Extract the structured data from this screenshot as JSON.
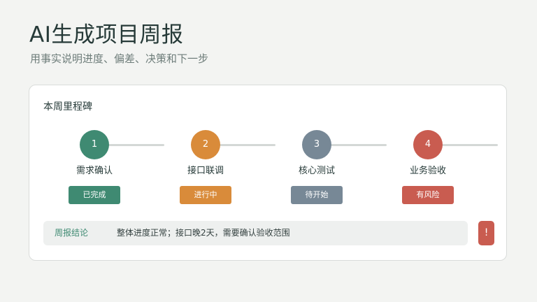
{
  "header": {
    "title": "AI生成项目周报",
    "subtitle": "用事实说明进度、偏差、决策和下一步"
  },
  "card": {
    "title": "本周里程碑",
    "steps": [
      {
        "number": "1",
        "name": "需求确认",
        "status": "已完成",
        "color": "#3f8a72"
      },
      {
        "number": "2",
        "name": "接口联调",
        "status": "进行中",
        "color": "#d98b3a"
      },
      {
        "number": "3",
        "name": "核心测试",
        "status": "待开始",
        "color": "#778896"
      },
      {
        "number": "4",
        "name": "业务验收",
        "status": "有风险",
        "color": "#c95c50"
      }
    ],
    "summary": {
      "label": "周报结论",
      "text": "整体进度正常；接口晚2天，需要确认验收范围"
    },
    "alert": {
      "symbol": "!"
    }
  }
}
